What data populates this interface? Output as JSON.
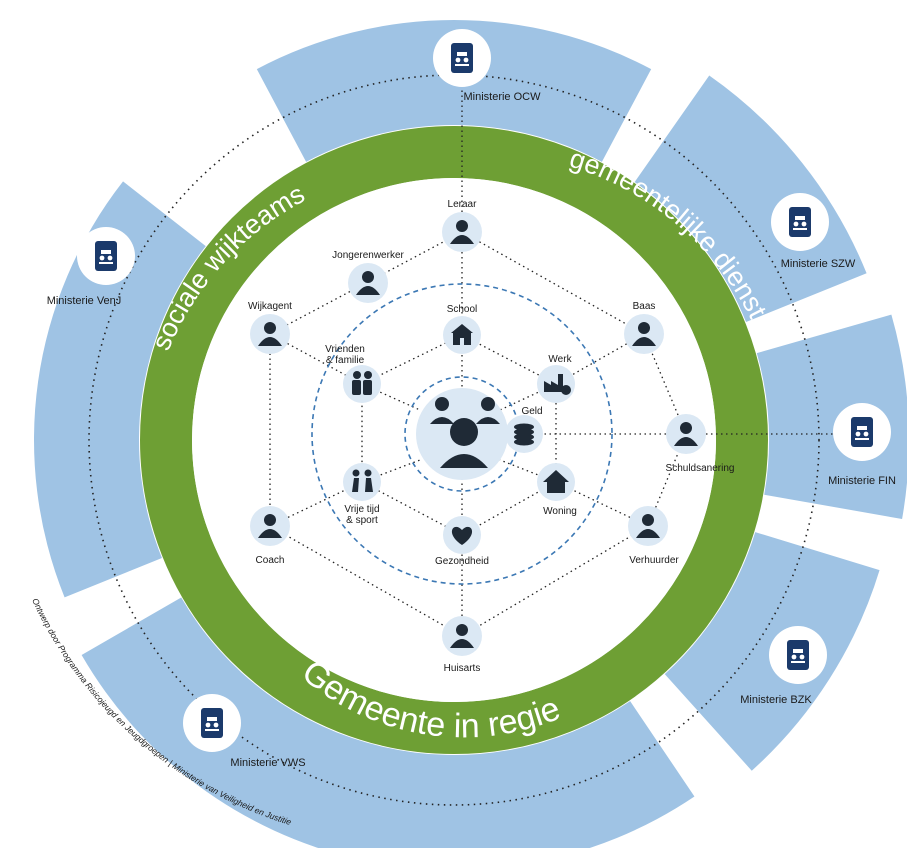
{
  "colors": {
    "segment_blue": "#9fc3e4",
    "ring_green": "#6e9f34",
    "icon_bubble": "#dbe8f4",
    "icon_ink": "#1f2a36",
    "ministry_badge": "#1b3a6b",
    "dashed_blue": "#3c78b4",
    "dot_line": "#222222"
  },
  "ring_titles": {
    "top_left": "sociale wijkteams",
    "top_right": "gemeentelijke diensten",
    "bottom": "Gemeente in regie"
  },
  "ministries": [
    {
      "id": "ocw",
      "label": "Ministerie OCW",
      "icon": "coat-of-arms-icon"
    },
    {
      "id": "szw",
      "label": "Ministerie SZW",
      "icon": "coat-of-arms-icon"
    },
    {
      "id": "fin",
      "label": "Ministerie FIN",
      "icon": "coat-of-arms-icon"
    },
    {
      "id": "bzk",
      "label": "Ministerie BZK",
      "icon": "coat-of-arms-icon"
    },
    {
      "id": "vws",
      "label": "Ministerie VWS",
      "icon": "coat-of-arms-icon"
    },
    {
      "id": "venj",
      "label": "Ministerie VenJ",
      "icon": "coat-of-arms-icon"
    }
  ],
  "outer_roles": [
    {
      "id": "leraar",
      "label": "Leraar",
      "icon": "teacher-icon"
    },
    {
      "id": "jongerenwerker",
      "label": "Jongerenwerker",
      "icon": "youth-worker-icon"
    },
    {
      "id": "wijkagent",
      "label": "Wijkagent",
      "icon": "police-officer-icon"
    },
    {
      "id": "baas",
      "label": "Baas",
      "icon": "boss-icon"
    },
    {
      "id": "schuldsanering",
      "label": "Schuldsanering",
      "icon": "debt-counselor-icon"
    },
    {
      "id": "verhuurder",
      "label": "Verhuurder",
      "icon": "landlord-icon"
    },
    {
      "id": "huisarts",
      "label": "Huisarts",
      "icon": "doctor-icon"
    },
    {
      "id": "coach",
      "label": "Coach",
      "icon": "coach-icon"
    }
  ],
  "inner_domains": [
    {
      "id": "school",
      "label": "School",
      "icon": "school-icon"
    },
    {
      "id": "werk",
      "label": "Werk",
      "icon": "factory-icon"
    },
    {
      "id": "geld",
      "label": "Geld",
      "icon": "coins-icon"
    },
    {
      "id": "woning",
      "label": "Woning",
      "icon": "house-icon"
    },
    {
      "id": "gezondheid",
      "label": "Gezondheid",
      "icon": "heart-icon"
    },
    {
      "id": "vrije_tijd",
      "label_lines": [
        "Vrije tijd",
        "& sport"
      ],
      "icon": "play-icon"
    },
    {
      "id": "vrienden",
      "label_lines": [
        "Vrienden",
        "& familie"
      ],
      "icon": "friends-icon"
    }
  ],
  "center": {
    "icon": "child-with-parents-icon"
  },
  "credit": "Ontwerp door Programma Risicojeugd en Jeugdgroepen | Ministerie van Veiligheid en Justitie"
}
